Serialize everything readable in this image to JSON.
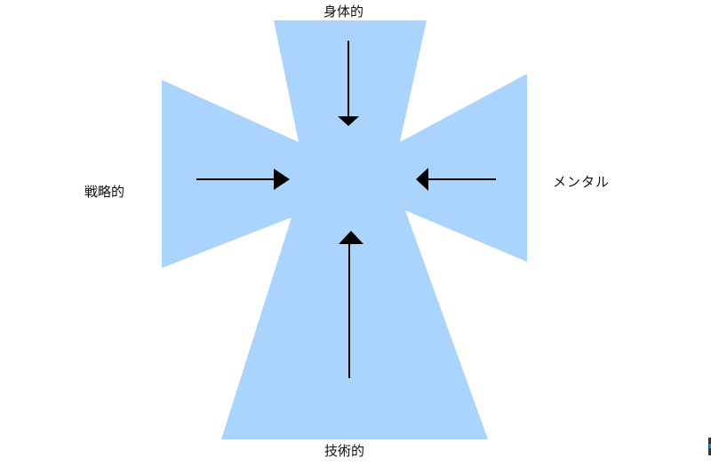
{
  "diagram": {
    "type": "four-arrow-converging-cross",
    "shape_color": "#aad4fc",
    "arrow_color": "#000000",
    "labels": {
      "top": "身体的",
      "bottom": "技術的",
      "left": "戦略的",
      "right": "メンタル"
    },
    "arrows": [
      {
        "from": "top",
        "direction": "down"
      },
      {
        "from": "left",
        "direction": "right"
      },
      {
        "from": "right",
        "direction": "left"
      },
      {
        "from": "bottom",
        "direction": "up"
      }
    ]
  }
}
